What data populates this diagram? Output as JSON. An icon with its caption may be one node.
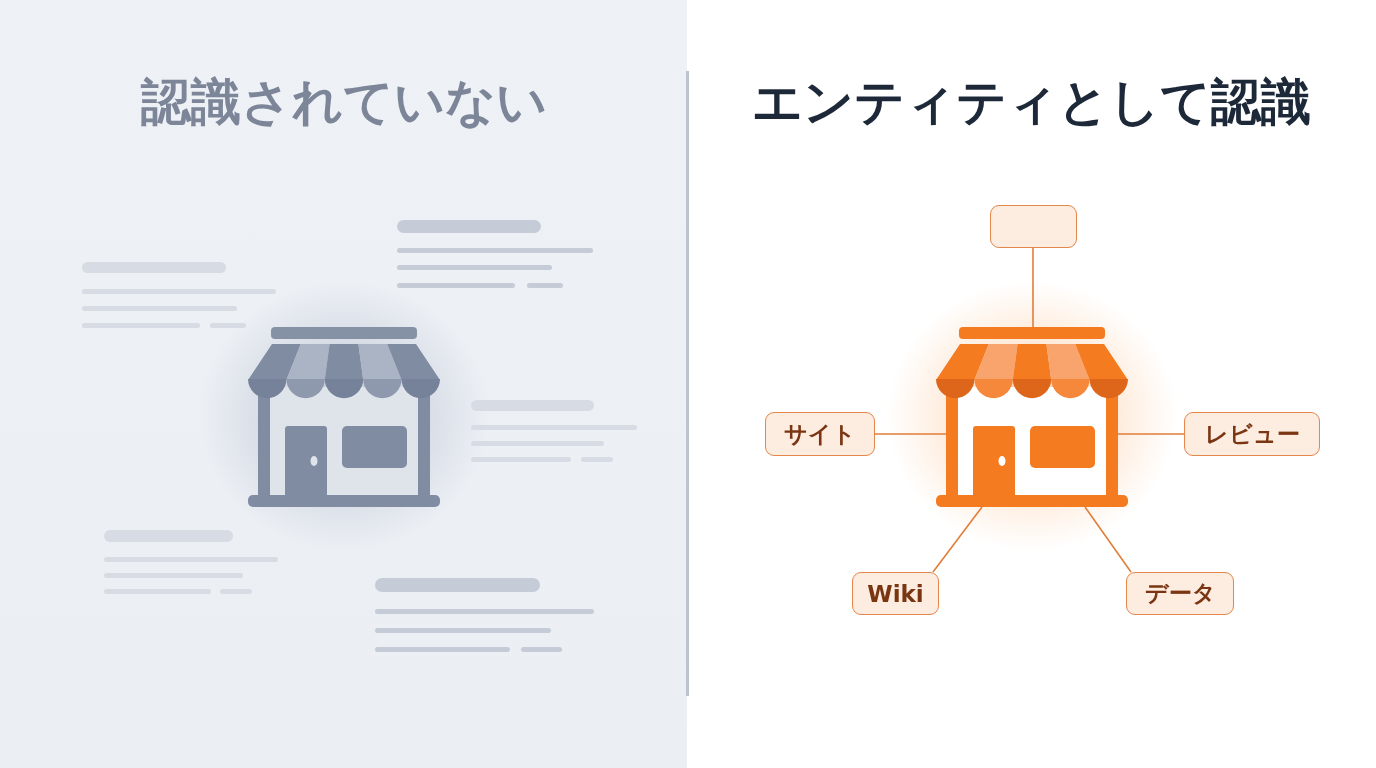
{
  "diagram": {
    "nodes": [
      {
        "text": [],
        "shape": "picture"
      },
      {
        "text": [],
        "shape": "box"
      },
      {
        "text": [
          "サイト"
        ]
      },
      {
        "text": [
          "レビュー"
        ]
      },
      {
        "text": [
          "Wiki"
        ]
      },
      {
        "text": [
          "データ"
        ]
      }
    ],
    "edges": [
      {
        "from": 0,
        "to": 1,
        "arrow": "none"
      },
      {
        "from": 0,
        "to": 2,
        "arrow": "none"
      },
      {
        "from": 0,
        "to": 3,
        "arrow": "none"
      },
      {
        "from": 0,
        "to": 4,
        "arrow": "none"
      },
      {
        "from": 0,
        "to": 5,
        "arrow": "none"
      }
    ],
    "labels": [
      "認識されていない",
      "エンティティとして認識"
    ]
  }
}
